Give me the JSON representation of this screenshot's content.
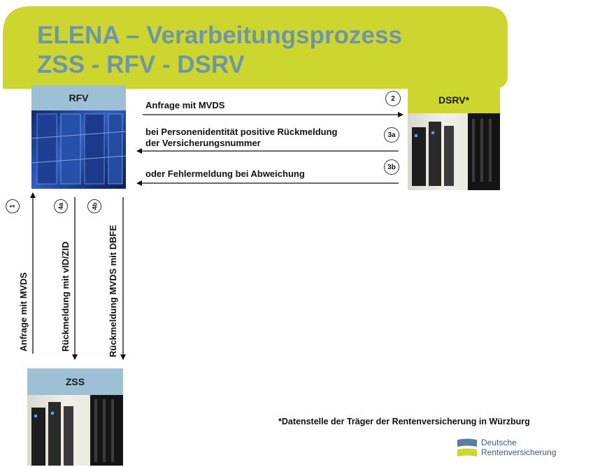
{
  "title": {
    "line1": "ELENA – Verarbeitungsprozess",
    "line2": "ZSS - RFV - DSRV"
  },
  "boxes": {
    "rfv": "RFV",
    "dsrv": "DSRV*",
    "zss": "ZSS"
  },
  "messages": {
    "m2": "Anfrage mit MVDS",
    "m3a_line1": "bei Personenidentität positive Rückmeldung",
    "m3a_line2": "der Versicherungsnummer",
    "m3b": "oder Fehlermeldung bei Abweichung",
    "m1": "Anfrage mit MVDS",
    "m4a": "Rückmeldung mit vID/ZID",
    "m4b": "Rückmeldung MVDS mit DBFE"
  },
  "steps": {
    "s1": "1",
    "s2": "2",
    "s3a": "3a",
    "s3b": "3b",
    "s4a": "4a",
    "s4b": "4b"
  },
  "footnote": "*Datenstelle der Träger der Rentenversicherung in Würzburg",
  "logo": {
    "line1": "Deutsche",
    "line2": "Rentenversicherung"
  },
  "colors": {
    "banner": "#cdd62e",
    "title": "#6f95a9",
    "rfv_label_bg": "#9dc0d4",
    "dsrv_label_bg": "#cdd62e",
    "zss_label_bg": "#9dc0d4",
    "logo_blue": "#5a7fa6",
    "logo_green": "#cdd62e"
  }
}
